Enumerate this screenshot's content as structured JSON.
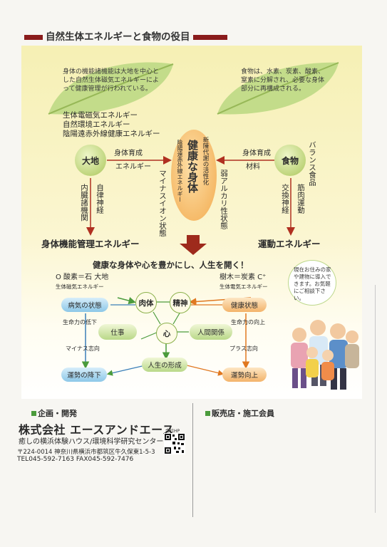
{
  "title": "自然生体エネルギーと食物の役目",
  "leaf_left": "身体の機能諸機能は大地を中心とした自然生体磁気エネルギーによって健康管理が行われている。",
  "leaf_right": "食物は、水素、炭素、酸素、窒素に分解され、必要な身体部分に再構成される。",
  "energy_list": [
    "生体電磁気エネルギー",
    "自然環境エネルギー",
    "陰陽遠赤外線健康エネルギー"
  ],
  "earth": "大地",
  "food": "食物",
  "body_growth_left": "身体育成",
  "energy_word": "エネルギー",
  "body_growth_right": "身体育成",
  "material": "材料",
  "center": {
    "main": "健康な身体",
    "sub1": "新陳代謝の活性化",
    "sub2": "陰陽遠赤外線エネルギー"
  },
  "minus_ion": "マイナスイオン状態",
  "alkaline": "弱アルカリ性状態",
  "balance_food": "バランス食品",
  "muscle_motion": "筋肉運動",
  "autonomic": "自律神経",
  "internal_organs": "内臓諸機関",
  "exchange_nerve": "交換神経",
  "body_function_energy": "身体機能管理エネルギー",
  "motion_energy": "運動エネルギー",
  "heading": "健康な身体や心を豊かにし、人生を開く！",
  "left_formula": "O 酸素＝石 大地",
  "left_formula_sub": "生体磁気エネルギー",
  "right_formula": "樹木＝炭素 C⁺",
  "right_formula_sub": "生体電気エネルギー",
  "nodes": {
    "body": "肉体",
    "spirit": "精神",
    "heart": "心",
    "work": "仕事",
    "relations": "人間関係",
    "life_form": "人生の形成"
  },
  "illness": "病気の状態",
  "health": "健康状態",
  "life_down": "生命力の低下",
  "life_up": "生命力の向上",
  "minus_dir": "マイナス志向",
  "plus_dir": "プラス志向",
  "fortune_down": "運勢の降下",
  "fortune_up": "運勢向上",
  "speech": "現在お住みの家や建物に導入できます。お気軽にご相談下さい。",
  "planning_label": "企画・開発",
  "company": "株式会社 エースアンドエース",
  "company_sub": "癒しの横浜体験ハウス/環境科学研究センター",
  "address": "〒224-0014 神奈川県横浜市都筑区牛久保東1-5-3",
  "tel": "TEL045-592-7163 FAX045-592-7476",
  "qr_caption": "会社HP",
  "dealer_label": "販売店・施工会員",
  "colors": {
    "accent_red": "#8a1c1c",
    "arrow_red": "#b03020",
    "green": "#4b9b3c",
    "orange": "#e07820",
    "blue": "#3a7fb8"
  }
}
